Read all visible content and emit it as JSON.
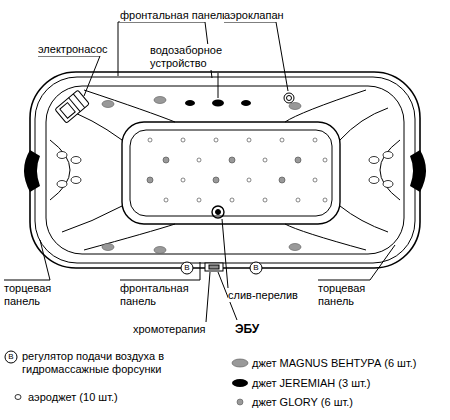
{
  "diagram": {
    "labels": [
      "фронтальная панель",
      "аэроклапан",
      "электронасос",
      "водозаборное устройство",
      "торцевая панель",
      "B",
      "B",
      "фронтальная панель",
      "слив-перелив",
      "торцевая панель",
      "хромотерапия",
      "ЭБУ",
      "B"
    ],
    "legend": [
      {
        "text": "регулятор подачи воздуха в гидромассажные форсунки"
      },
      {
        "text": "аэроджет (10 шт.)"
      },
      {
        "text": "джет MAGNUS ВЕНТУРА (6 шт.)"
      },
      {
        "text": "джет JEREMIAH (3 шт.)"
      },
      {
        "text": "джет GLORY (6 шт.)"
      }
    ]
  }
}
